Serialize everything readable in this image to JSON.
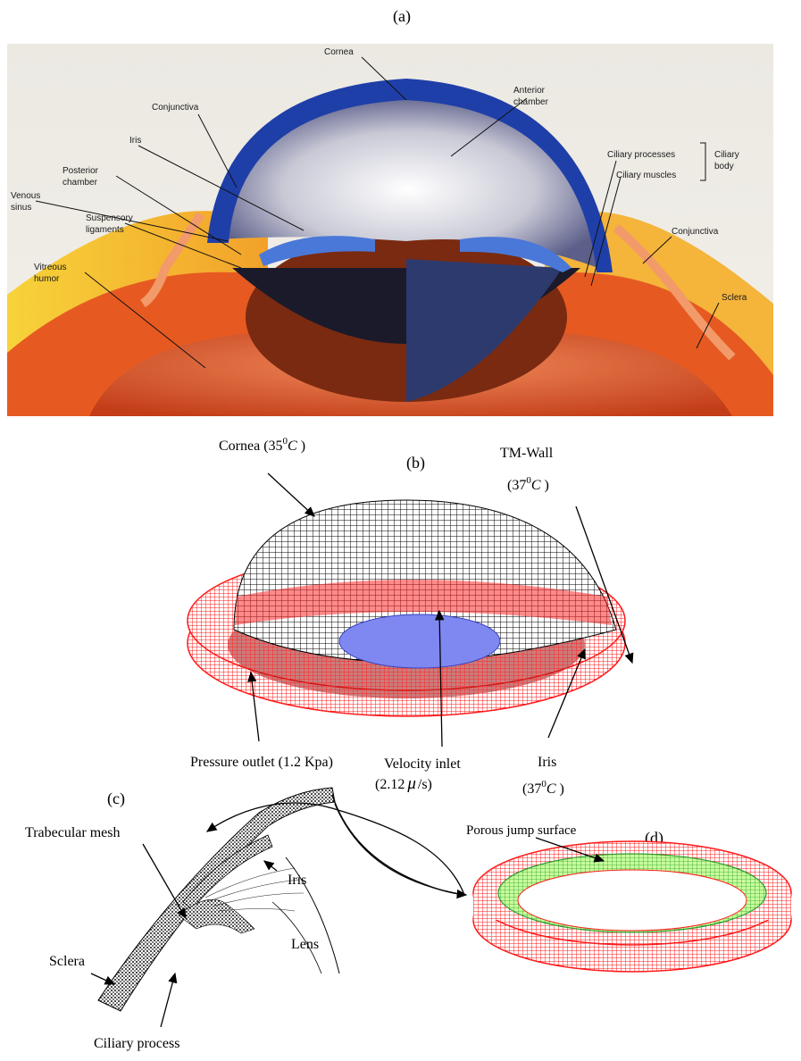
{
  "panel_a": {
    "label": "(a)",
    "cornea": "Cornea",
    "anterior_chamber_1": "Anterior",
    "anterior_chamber_2": "chamber",
    "conjunctiva_left": "Conjunctiva",
    "iris": "Iris",
    "posterior_chamber_1": "Posterior",
    "posterior_chamber_2": "chamber",
    "venous_sinus_1": "Venous",
    "venous_sinus_2": "sinus",
    "suspensory_1": "Suspensory",
    "suspensory_2": "ligaments",
    "vitreous_1": "Vitreous",
    "vitreous_2": "humor",
    "ciliary_processes": "Ciliary processes",
    "ciliary_muscles": "Ciliary muscles",
    "ciliary_body_1": "Ciliary",
    "ciliary_body_2": "body",
    "conjunctiva_right": "Conjunctiva",
    "sclera": "Sclera"
  },
  "panel_b": {
    "label": "(b)",
    "cornea_text": "Cornea (35",
    "cornea_sup": "0",
    "cornea_unit": "C",
    "cornea_close": ")",
    "tm_wall": "TM-Wall",
    "tm_open": "(37",
    "tm_sup": "0",
    "tm_unit": "C",
    "tm_close": ")",
    "pressure_outlet": "Pressure outlet (1.2 Kpa)",
    "velocity_inlet": "Velocity inlet",
    "velocity_open": "(2.12",
    "velocity_mu": "μ",
    "velocity_unit": "/s)",
    "iris": "Iris",
    "iris_open": "(37",
    "iris_sup": "0",
    "iris_unit": "C",
    "iris_close": ")"
  },
  "panel_c": {
    "label": "(c)",
    "trabecular_mesh": "Trabecular mesh",
    "iris": "Iris",
    "sclera": "Sclera",
    "lens": "Lens",
    "ciliary_process": "Ciliary process"
  },
  "panel_d": {
    "label": "(d)",
    "porous_jump": "Porous jump surface"
  },
  "colors": {
    "cornea_blue": "#1f3fa8",
    "mesh_red": "#ff2020",
    "inlet_blue": "#7f88f0",
    "ring_green": "#9cf57a",
    "sclera_orange": "#e45a1e"
  }
}
